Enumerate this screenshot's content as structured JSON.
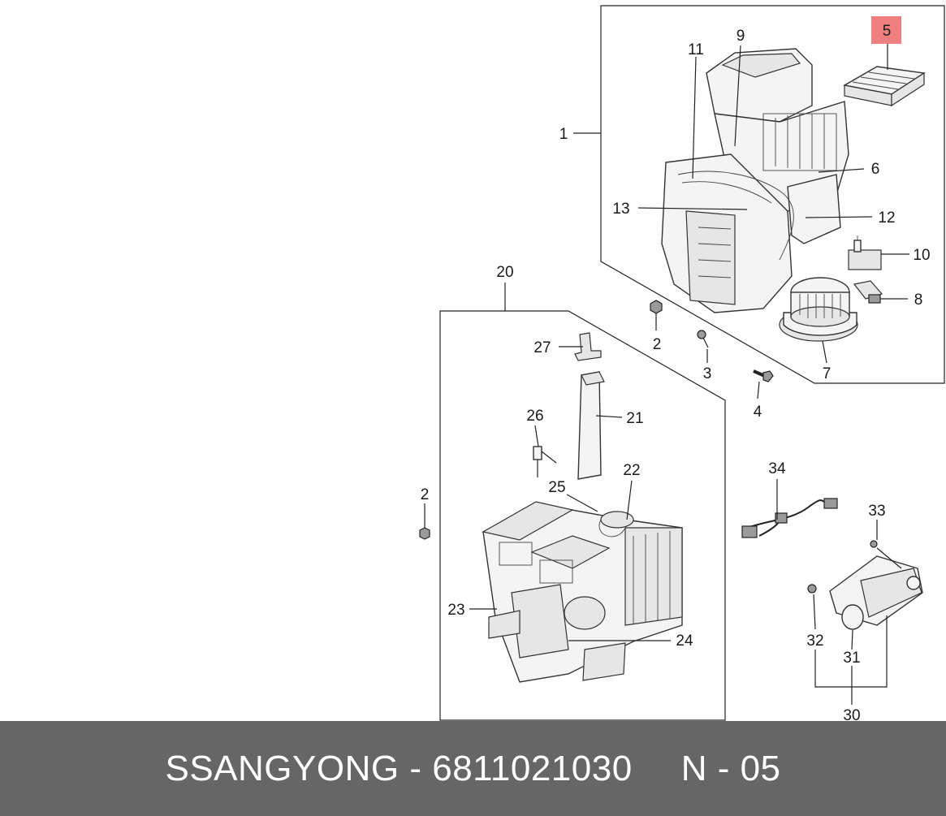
{
  "callouts": {
    "c1": "1",
    "c2a": "2",
    "c2b": "2",
    "c3": "3",
    "c4": "4",
    "c5": "5",
    "c6": "6",
    "c7": "7",
    "c8": "8",
    "c9": "9",
    "c10": "10",
    "c11": "11",
    "c12": "12",
    "c13": "13",
    "c20": "20",
    "c21": "21",
    "c22": "22",
    "c23": "23",
    "c24": "24",
    "c25": "25",
    "c26": "26",
    "c27": "27",
    "c30": "30",
    "c31": "31",
    "c32": "32",
    "c33": "33",
    "c34": "34"
  },
  "highlight_color": "#f08080",
  "footer": {
    "brand": "SSANGYONG",
    "separator": "-",
    "part_number": "6811021030",
    "code": "N - 05"
  }
}
